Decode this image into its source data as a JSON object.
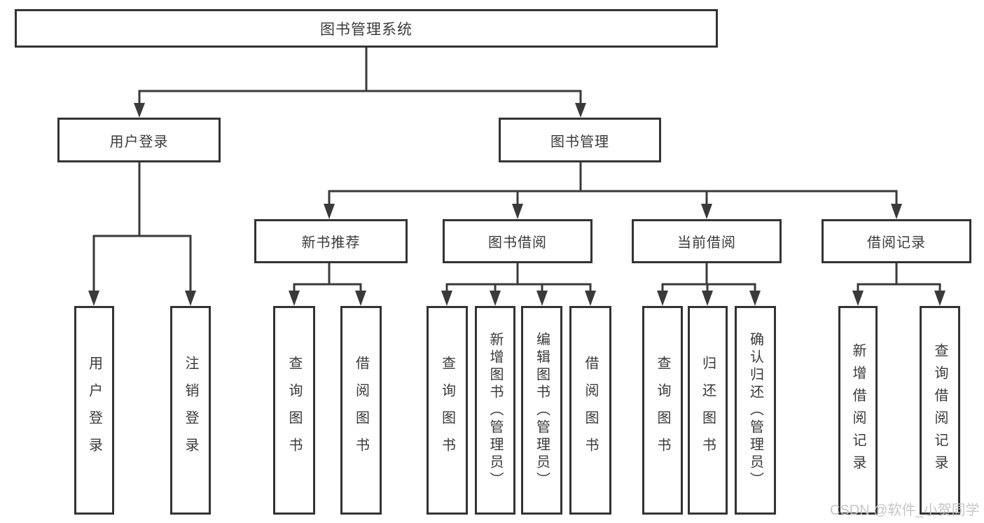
{
  "diagram_title": "图书管理系统",
  "root": {
    "label": "图书管理系统"
  },
  "level2": [
    {
      "label": "用户登录",
      "children": [
        "用户登录",
        "注销登录"
      ]
    },
    {
      "label": "图书管理"
    }
  ],
  "modules": [
    {
      "label": "新书推荐",
      "children": [
        "查询图书",
        "借阅图书"
      ]
    },
    {
      "label": "图书借阅",
      "children": [
        "查询图书",
        "新增图书（管理员）",
        "编辑图书（管理员）",
        "借阅图书"
      ]
    },
    {
      "label": "当前借阅",
      "children": [
        "查询图书",
        "归还图书",
        "确认归还（管理员）"
      ]
    },
    {
      "label": "借阅记录",
      "children": [
        "新增借阅记录",
        "查询借阅记录"
      ]
    }
  ],
  "watermark": "CSDN @软件_小贺同学",
  "colors": {
    "line": "#3a3a3a",
    "box_border": "#333333",
    "text": "#3a3a3a",
    "background": "#ffffff",
    "watermark": "#c3c3c3"
  }
}
